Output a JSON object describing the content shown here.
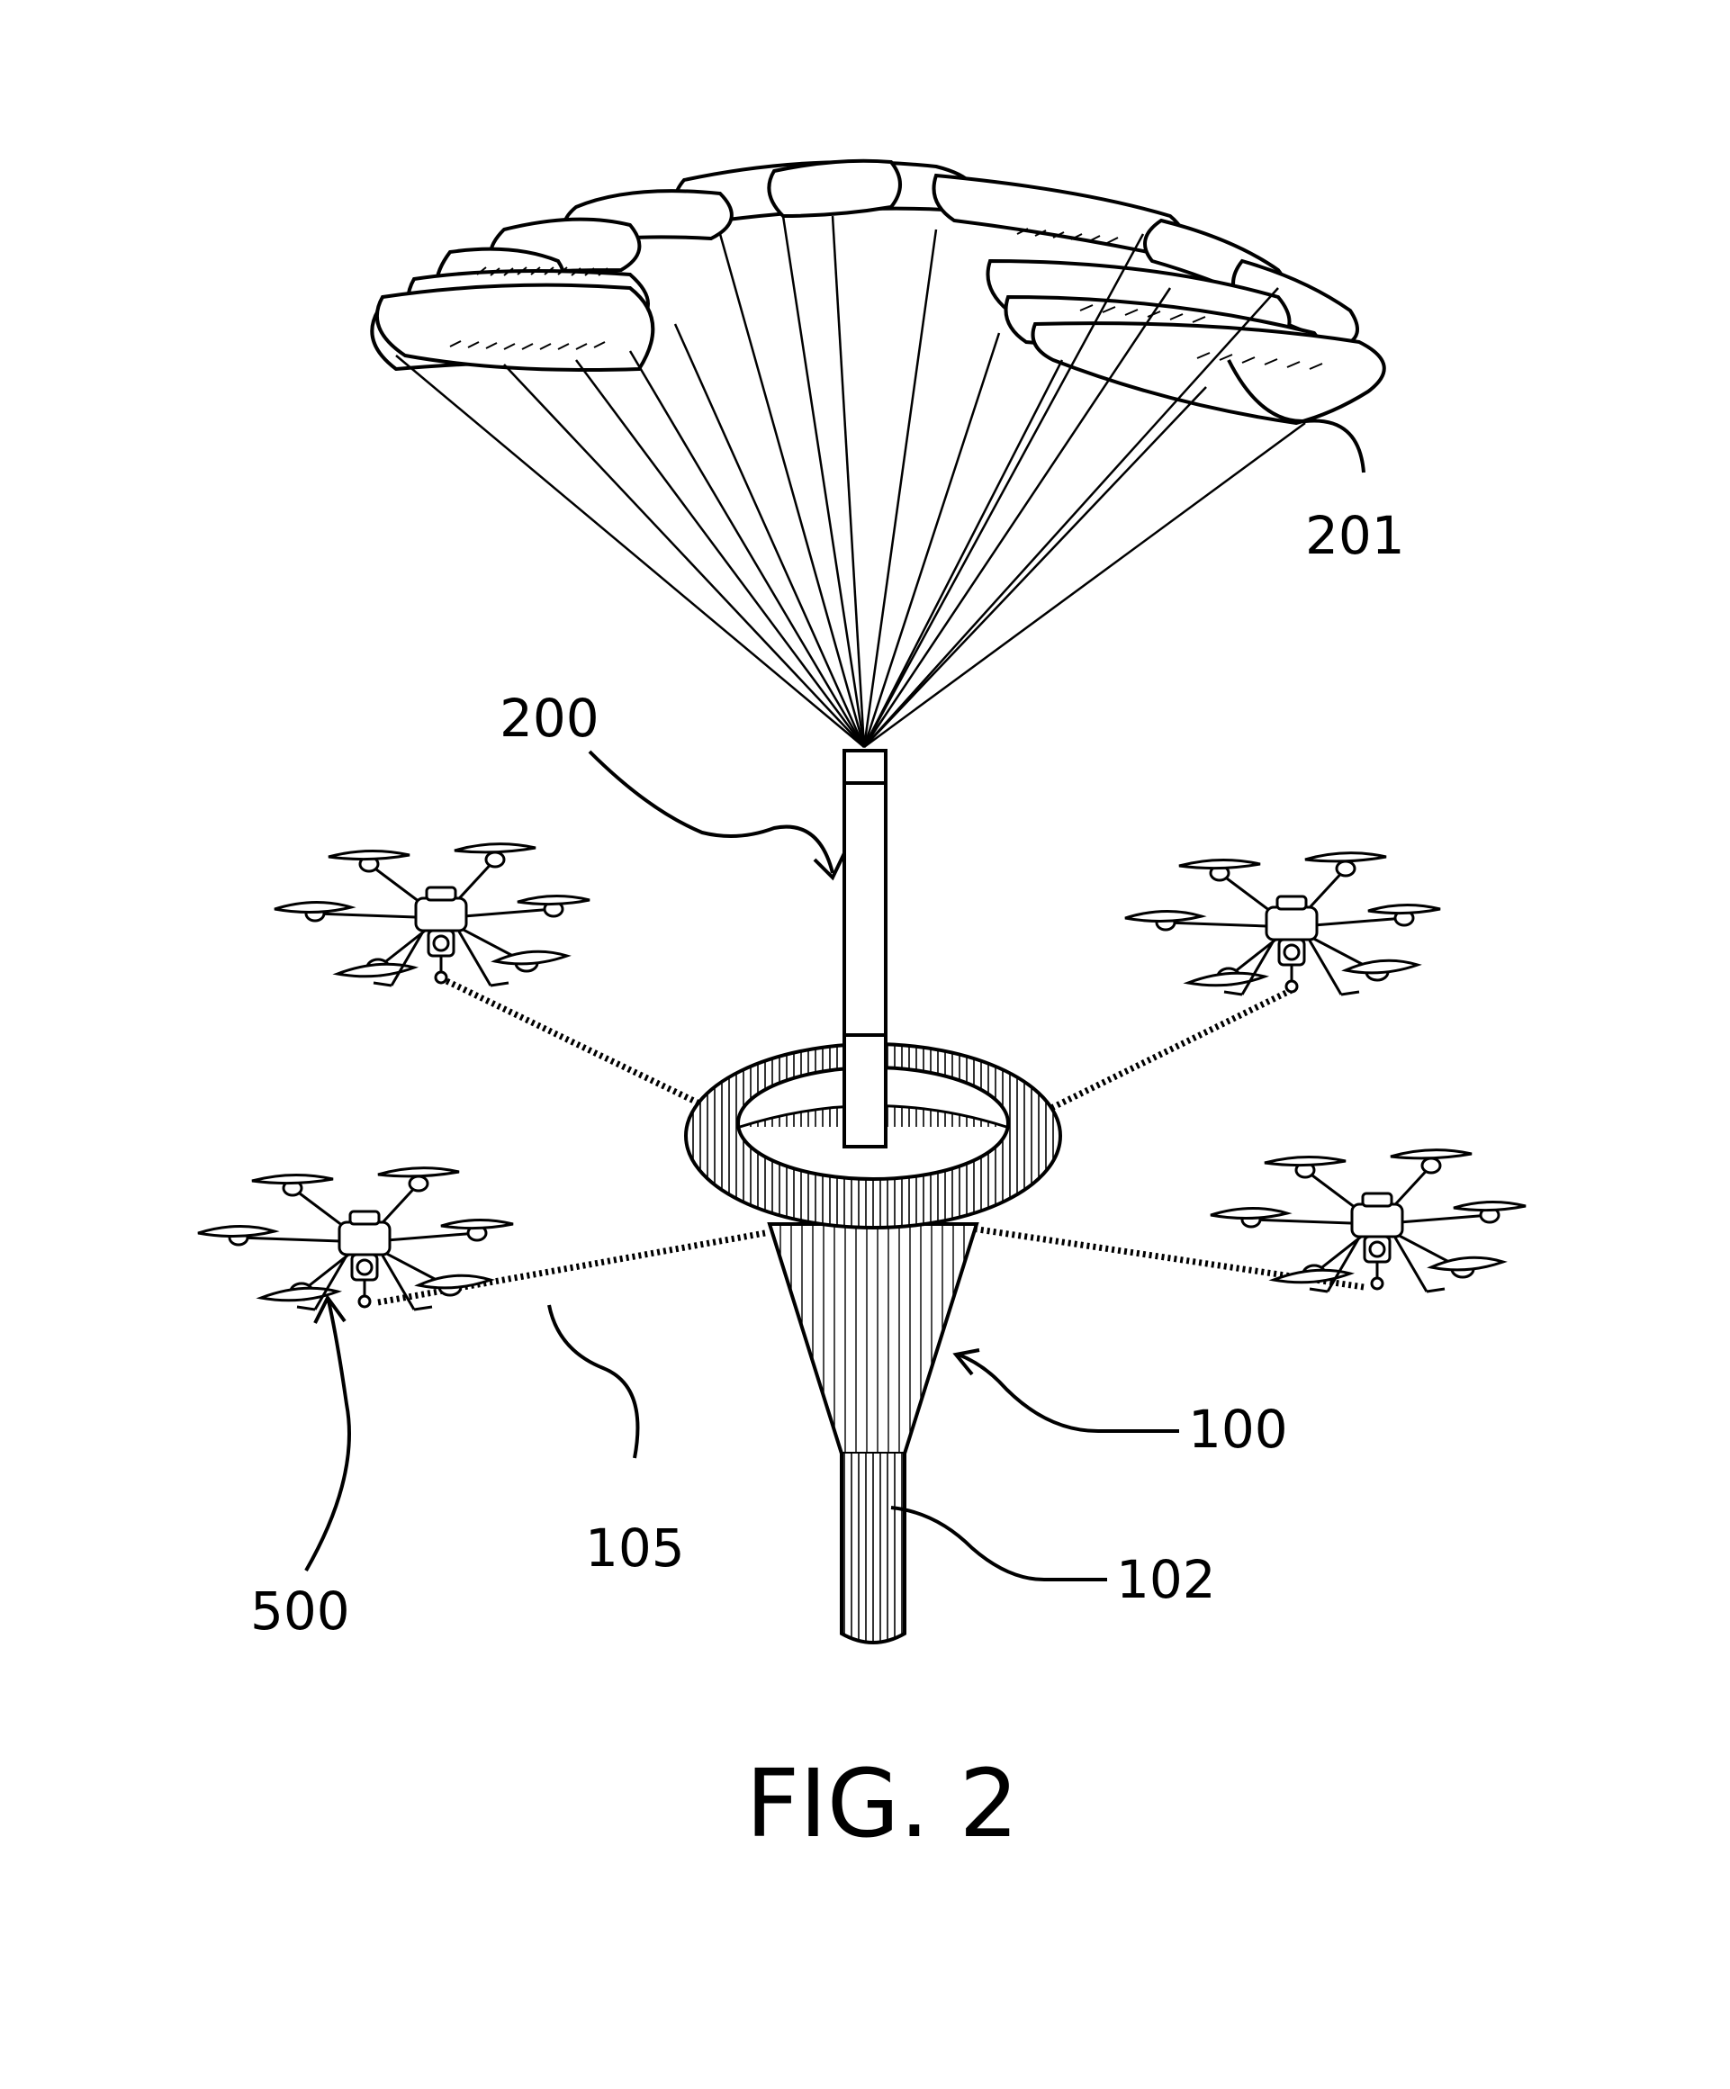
{
  "figure": {
    "title": "FIG. 2",
    "reference_numerals": {
      "canopy": "201",
      "deployment_tube": "200",
      "drone": "500",
      "tether": "105",
      "funnel": "100",
      "funnel_stem": "102"
    }
  },
  "colors": {
    "ink": "#000000",
    "paper": "#ffffff"
  }
}
